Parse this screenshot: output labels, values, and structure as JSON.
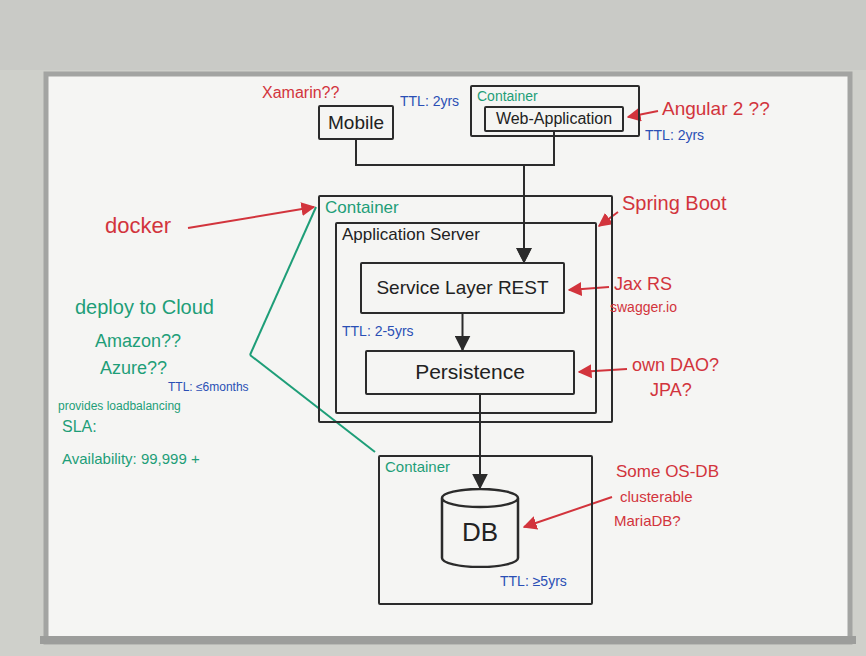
{
  "diagram": {
    "nodes": [
      {
        "text": [
          "Mobile"
        ]
      },
      {
        "text": [
          "Container"
        ]
      },
      {
        "text": [
          "Web-Application"
        ],
        "in": 1
      },
      {
        "text": [
          "Container"
        ]
      },
      {
        "text": [
          "Application Server"
        ],
        "in": 3
      },
      {
        "text": [
          "Service Layer REST"
        ],
        "in": 4
      },
      {
        "text": [
          "Persistence"
        ],
        "in": 4
      },
      {
        "text": [
          "Container"
        ]
      },
      {
        "text": [
          "DB"
        ],
        "in": 7
      }
    ],
    "edges": [
      {
        "from": 0,
        "to": 5,
        "arrow": "to"
      },
      {
        "from": 2,
        "to": 5,
        "arrow": "to"
      },
      {
        "from": 5,
        "to": 6,
        "arrow": "to"
      },
      {
        "from": 6,
        "to": 8,
        "arrow": "to"
      }
    ],
    "labels": [
      "Xamarin??",
      "TTL: 2yrs",
      "Angular 2 ??",
      "TTL: 2yrs",
      "docker",
      "Spring Boot",
      "Jax RS",
      "swagger.io",
      "TTL: 2-5yrs",
      "own DAO?",
      "JPA?",
      "deploy to Cloud",
      "Amazon??",
      "Azure??",
      "TTL: ≤6months",
      "provides loadbalancing",
      "SLA:",
      "Availability: 99,999 +",
      "Some OS-DB",
      "clusterable",
      "MariaDB?",
      "TTL: ≥5yrs"
    ]
  }
}
